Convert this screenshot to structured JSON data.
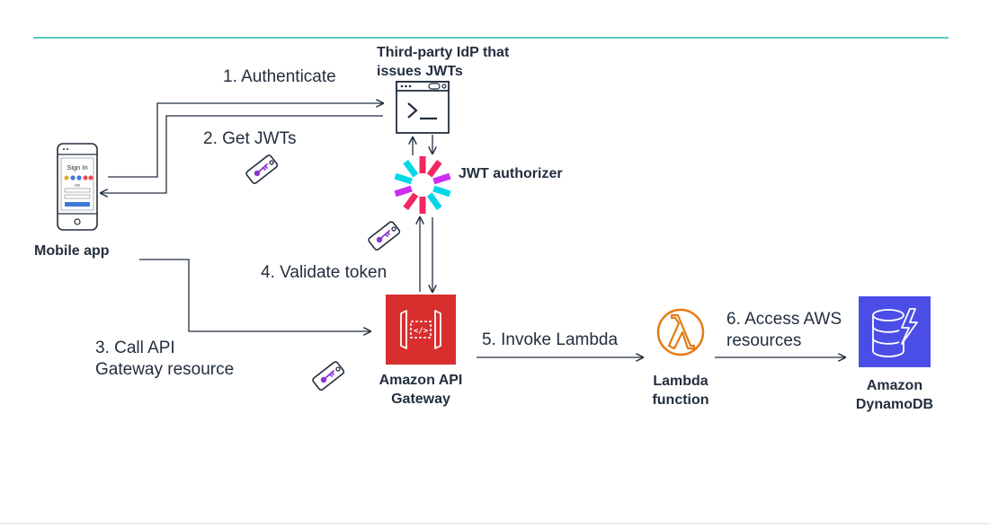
{
  "colors": {
    "accent_line": "#2ab5b0",
    "text": "#232f3e",
    "api_gateway": "#d82e2e",
    "lambda": "#e37b15",
    "dynamodb": "#4b4ee6",
    "token": "#8a35d6",
    "phone_blue": "#3b79d8"
  },
  "labels": {
    "idp_title_1": "Third-party IdP that",
    "idp_title_2": "issues JWTs",
    "jwt_authorizer": "JWT authorizer",
    "mobile_app": "Mobile app",
    "api_gateway_1": "Amazon API",
    "api_gateway_2": "Gateway",
    "lambda_1": "Lambda",
    "lambda_2": "function",
    "dynamodb_1": "Amazon",
    "dynamodb_2": "DynamoDB"
  },
  "steps": {
    "s1": "1. Authenticate",
    "s2": "2. Get JWTs",
    "s3_1": "3. Call API",
    "s3_2": "Gateway resource",
    "s4": "4. Validate token",
    "s5": "5. Invoke Lambda",
    "s6_1": "6. Access AWS",
    "s6_2": "resources"
  },
  "phone": {
    "sign_in": "Sign In",
    "or": "OR"
  },
  "icons": {
    "idp": "terminal-window-icon",
    "jwt": "jwt-logo-icon",
    "token": "token-key-tag-icon",
    "phone": "mobile-phone-icon",
    "api_gateway": "api-gateway-icon",
    "lambda": "lambda-icon",
    "dynamodb": "dynamodb-icon"
  }
}
